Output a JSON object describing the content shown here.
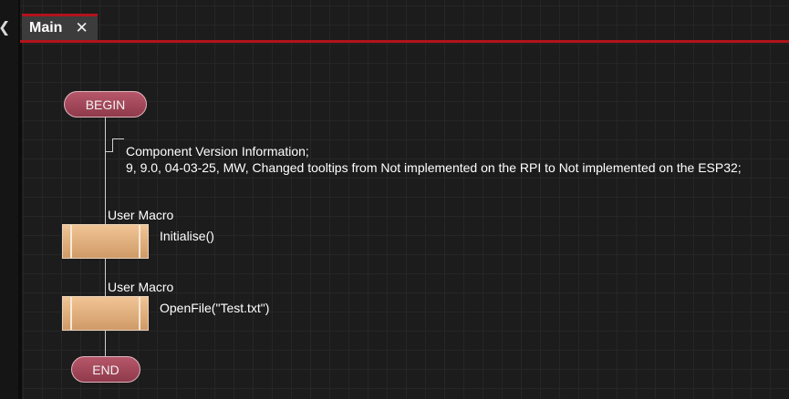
{
  "tabs": [
    {
      "label": "Main",
      "close": "✕"
    }
  ],
  "left_edge_glyph": "❮",
  "flowchart": {
    "begin_label": "BEGIN",
    "end_label": "END",
    "comment_lines": [
      "Component Version Information;",
      "9, 9.0, 04-03-25, MW, Changed tooltips from Not implemented on the RPI to Not implemented on the ESP32;"
    ],
    "macros": [
      {
        "type_label": "User Macro",
        "call": "Initialise()"
      },
      {
        "type_label": "User Macro",
        "call": "OpenFile(\"Test.txt\")"
      }
    ]
  },
  "colors": {
    "accent": "#b3131b",
    "terminator": "#a34a5c",
    "macro_fill": "#e3b27f",
    "background": "#1c1c1c"
  }
}
